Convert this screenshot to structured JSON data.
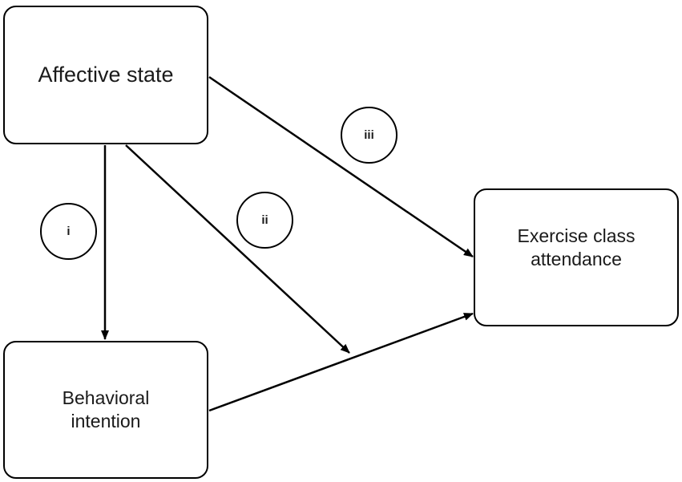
{
  "nodes": {
    "affective_state": "Affective state",
    "behavioral_intention": "Behavioral\nintention",
    "exercise_class_attendance": "Exercise class\nattendance"
  },
  "path_labels": {
    "i": "i",
    "ii": "ii",
    "iii": "iii"
  },
  "edges": [
    {
      "from": "affective_state",
      "to": "behavioral_intention",
      "label": "i"
    },
    {
      "from": "affective_state",
      "to": "behavioral_intention → exercise_class_attendance path",
      "label": "ii"
    },
    {
      "from": "affective_state",
      "to": "exercise_class_attendance",
      "label": "iii"
    },
    {
      "from": "behavioral_intention",
      "to": "exercise_class_attendance",
      "label": ""
    }
  ],
  "colors": {
    "stroke": "#000000",
    "background": "#ffffff"
  }
}
